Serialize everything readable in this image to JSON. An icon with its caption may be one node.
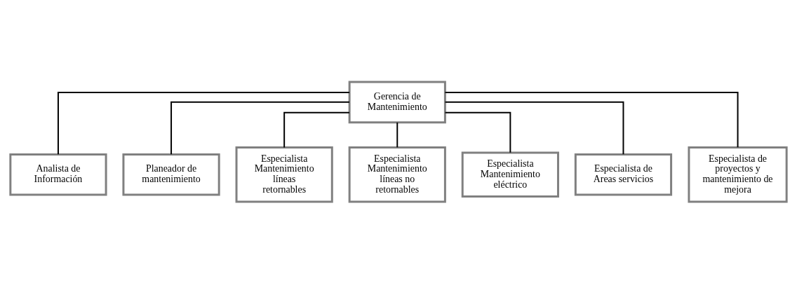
{
  "diagram": {
    "nodes": [
      {
        "text": [
          "Gerencia de Mantenimiento"
        ]
      },
      {
        "text": [
          "Analista de Información"
        ]
      },
      {
        "text": [
          "Planeador de mantenimiento"
        ]
      },
      {
        "text": [
          "Especialista Mantenimiento líneas retornables"
        ]
      },
      {
        "text": [
          "Especialista Mantenimiento líneas no retornables"
        ]
      },
      {
        "text": [
          "Especialista Mantenimiento eléctrico"
        ]
      },
      {
        "text": [
          "Especialista de Areas servicios"
        ]
      },
      {
        "text": [
          "Especialista de proyectos y mantenimiento de mejora"
        ]
      }
    ],
    "edges": [
      {
        "from": 0,
        "to": 1,
        "arrow": "none"
      },
      {
        "from": 0,
        "to": 2,
        "arrow": "none"
      },
      {
        "from": 0,
        "to": 3,
        "arrow": "none"
      },
      {
        "from": 0,
        "to": 4,
        "arrow": "none"
      },
      {
        "from": 0,
        "to": 5,
        "arrow": "none"
      },
      {
        "from": 0,
        "to": 6,
        "arrow": "none"
      },
      {
        "from": 0,
        "to": 7,
        "arrow": "none"
      }
    ]
  }
}
